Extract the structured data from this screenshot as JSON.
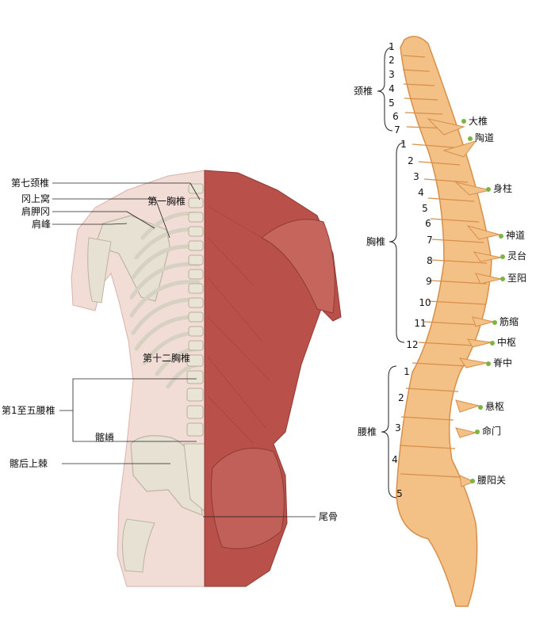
{
  "back_figure": {
    "labels": {
      "c7": "第七颈椎",
      "supraspinous_fossa": "冈上窝",
      "scapular_spine": "肩胛冈",
      "acromion": "肩峰",
      "t1": "第一胸椎",
      "t12": "第十二胸椎",
      "lumbar_1_5": "第1至五腰椎",
      "iliac_crest": "髂嵴",
      "psis": "髂后上棘",
      "coccyx": "尾骨"
    }
  },
  "spine": {
    "groups": {
      "cervical": "颈椎",
      "thoracic": "胸椎",
      "lumbar": "腰椎"
    },
    "cervical_numbers": [
      "1",
      "2",
      "3",
      "4",
      "5",
      "6",
      "7"
    ],
    "thoracic_numbers": [
      "1",
      "2",
      "3",
      "4",
      "5",
      "6",
      "7",
      "8",
      "9",
      "10",
      "11",
      "12"
    ],
    "lumbar_numbers": [
      "1",
      "2",
      "3",
      "4",
      "5"
    ],
    "acupoints": [
      "大椎",
      "陶道",
      "身柱",
      "神道",
      "灵台",
      "至阳",
      "筋缩",
      "中枢",
      "脊中",
      "悬枢",
      "命门",
      "腰阳关"
    ]
  },
  "colors": {
    "bone": "#f3c086",
    "bone_dark": "#d88f4a",
    "muscle": "#b9514a",
    "skin": "#f2dcd6",
    "acupoint": "#7cb342"
  }
}
